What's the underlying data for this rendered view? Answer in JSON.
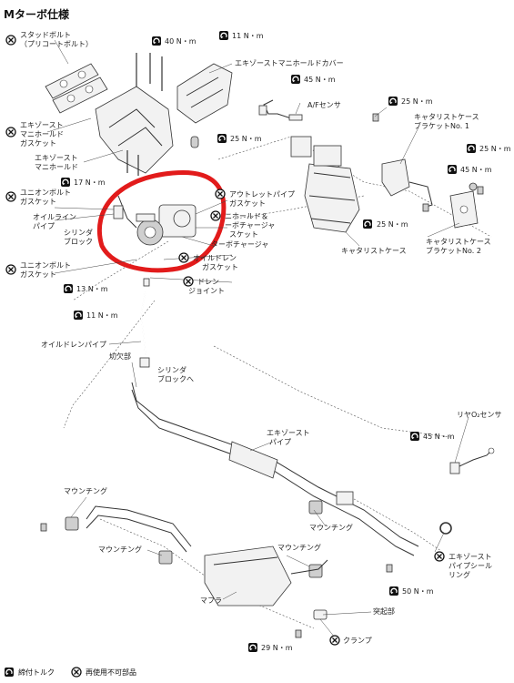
{
  "title": "Mターボ仕様",
  "colors": {
    "highlight": "#e21b1b",
    "line": "#333333"
  },
  "labels": {
    "stud_bolt": "スタッドボルト",
    "stud_bolt_sub": "（プリコートボルト）",
    "t40": "40 N・m",
    "t11a": "11 N・m",
    "manifold_cover": "エキゾーストマニホールドカバー",
    "t45a": "45 N・m",
    "af_sensor": "A/Fセンサ",
    "t25a": "25 N・m",
    "ex_mani_gasket1": "エキゾースト",
    "ex_mani_gasket2": "マニホールド",
    "ex_mani_gasket3": "ガスケット",
    "ex_mani1": "エキゾースト",
    "ex_mani2": "マニホールド",
    "t25b": "25 N・m",
    "cat_bracket1_1": "キャタリストケース",
    "cat_bracket1_2": "ブラケットNo. 1",
    "t25c": "25 N・m",
    "t45b": "45 N・m",
    "t17": "17 N・m",
    "union_gasket1": "ユニオンボルト",
    "union_gasket1b": "ガスケット",
    "oil_line1": "オイルライン",
    "oil_line2": "パイプ",
    "cyl_block1": "シリンダ",
    "cyl_block2": "ブロック",
    "outlet_gasket1": "アウトレットパイプ",
    "outlet_gasket2": "ガスケット",
    "mani_turbo1": "ニホールド＆",
    "mani_turbo2": "ーボチャージャ",
    "gasket3": "スケット",
    "turbo": "ターボチャージャ",
    "t25d": "25 N・m",
    "cat_case": "キャタリストケース",
    "cat_bracket2_1": "キャタリストケース",
    "cat_bracket2_2": "ブラケットNo. 2",
    "union_gasket2_1": "ユニオンボルト",
    "union_gasket2_2": "ガスケット",
    "oil_drain_gasket1": "オイルドレン",
    "oil_drain_gasket2": "ガスケット",
    "oil_drain_joint1": "ドレン",
    "oil_drain_joint2": "ジョイント",
    "t13": "13 N・m",
    "t11b": "11 N・m",
    "oil_drain_pipe": "オイルドレンパイプ",
    "notch": "切欠部",
    "to_cyl1": "シリンダ",
    "to_cyl2": "ブロックへ",
    "ex_pipe1": "エキゾースト",
    "ex_pipe2": "パイプ",
    "rear_o2": "リヤO₂センサ",
    "t45c": "45 N・m",
    "mounting1": "マウンチング",
    "mounting2": "マウンチング",
    "mounting3": "マウンチング",
    "mounting4": "マウンチング",
    "seal_ring1": "エキゾースト",
    "seal_ring2": "パイプシール",
    "seal_ring3": "リング",
    "t50": "50 N・m",
    "muffler": "マフラ",
    "protrusion": "突起部",
    "t29": "29 N・m",
    "clamp": "クランプ"
  },
  "legend": {
    "torque": "締付トルク",
    "non_reusable": "再使用不可部品"
  }
}
